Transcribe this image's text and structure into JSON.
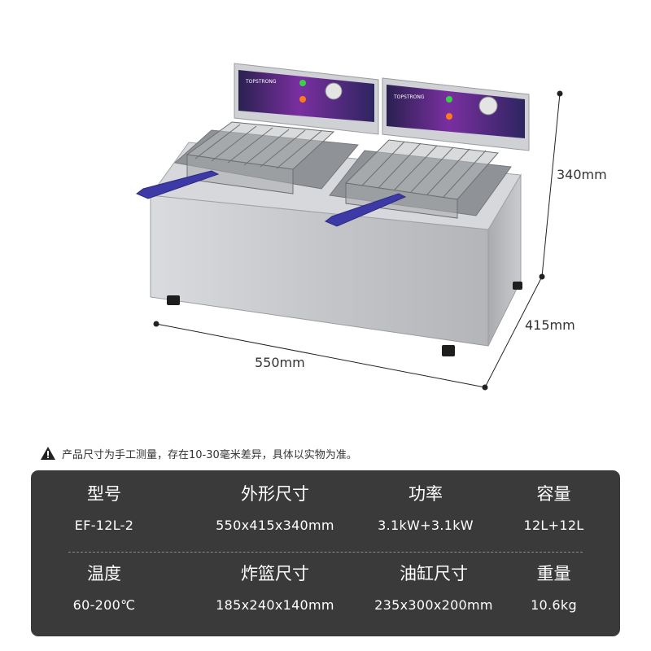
{
  "dimensions": {
    "height": "340mm",
    "depth": "415mm",
    "width": "550mm"
  },
  "brand": "TOPSTRONG",
  "note": "产品尺寸为手工测量，存在10-30毫米差异，具体以实物为准。",
  "specs": {
    "row1": [
      {
        "label": "型号",
        "value": "EF-12L-2"
      },
      {
        "label": "外形尺寸",
        "value": "550x415x340mm"
      },
      {
        "label": "功率",
        "value": "3.1kW+3.1kW"
      },
      {
        "label": "容量",
        "value": "12L+12L"
      }
    ],
    "row2": [
      {
        "label": "温度",
        "value": "60-200℃"
      },
      {
        "label": "炸篮尺寸",
        "value": "185x240x140mm"
      },
      {
        "label": "油缸尺寸",
        "value": "235x300x200mm"
      },
      {
        "label": "重量",
        "value": "10.6kg"
      }
    ]
  },
  "colors": {
    "panel_bg": "#3a3a3a",
    "control_panel": "#3b2a6e",
    "handle": "#3d3aa8",
    "steel": "#c8cacd"
  }
}
